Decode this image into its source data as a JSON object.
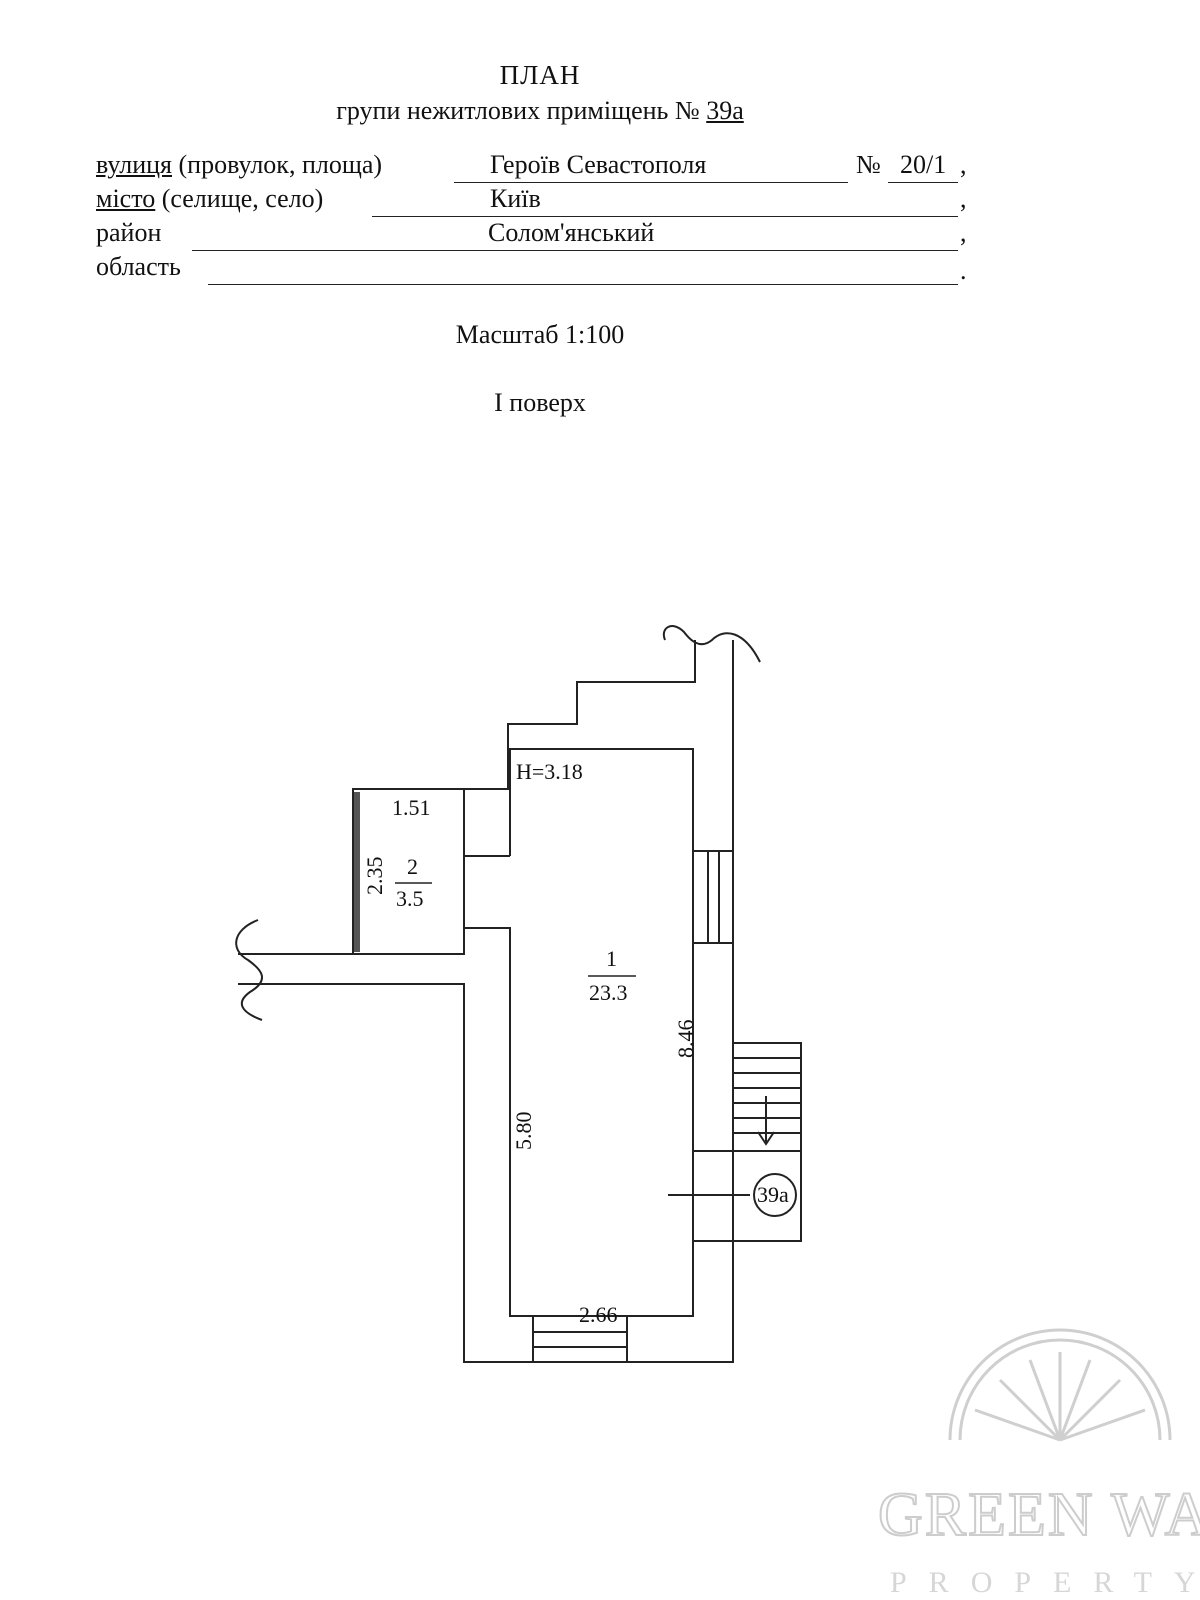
{
  "header": {
    "title": "ПЛАН",
    "subtitle_prefix": "групи нежитлових приміщень №",
    "group_number": "39а"
  },
  "address": {
    "street_label": "вулиця",
    "street_label_rest": "(провулок, площа)",
    "street_value": "Героїв Севастополя",
    "number_label": "№",
    "number_value": "20/1",
    "city_label": "місто",
    "city_label_rest": "(селище, село)",
    "city_value": "Київ",
    "district_label": "район",
    "district_value": "Солом'янський",
    "region_label": "область",
    "region_value": ""
  },
  "scale_text": "Масштаб 1:100",
  "floor_text": "І поверх",
  "plan": {
    "height_label": "Н=3.18",
    "room1": {
      "number": "1",
      "area": "23.3"
    },
    "room2": {
      "number": "2",
      "area": "3.5"
    },
    "dimensions": {
      "room2_width": "1.51",
      "room2_depth": "2.35",
      "room1_right": "8.46",
      "room1_left": "5.80",
      "room1_bottom": "2.66"
    },
    "group_marker": "39а"
  },
  "watermark": {
    "line1": "GREEN WAY",
    "line2": "PROPERTY"
  }
}
